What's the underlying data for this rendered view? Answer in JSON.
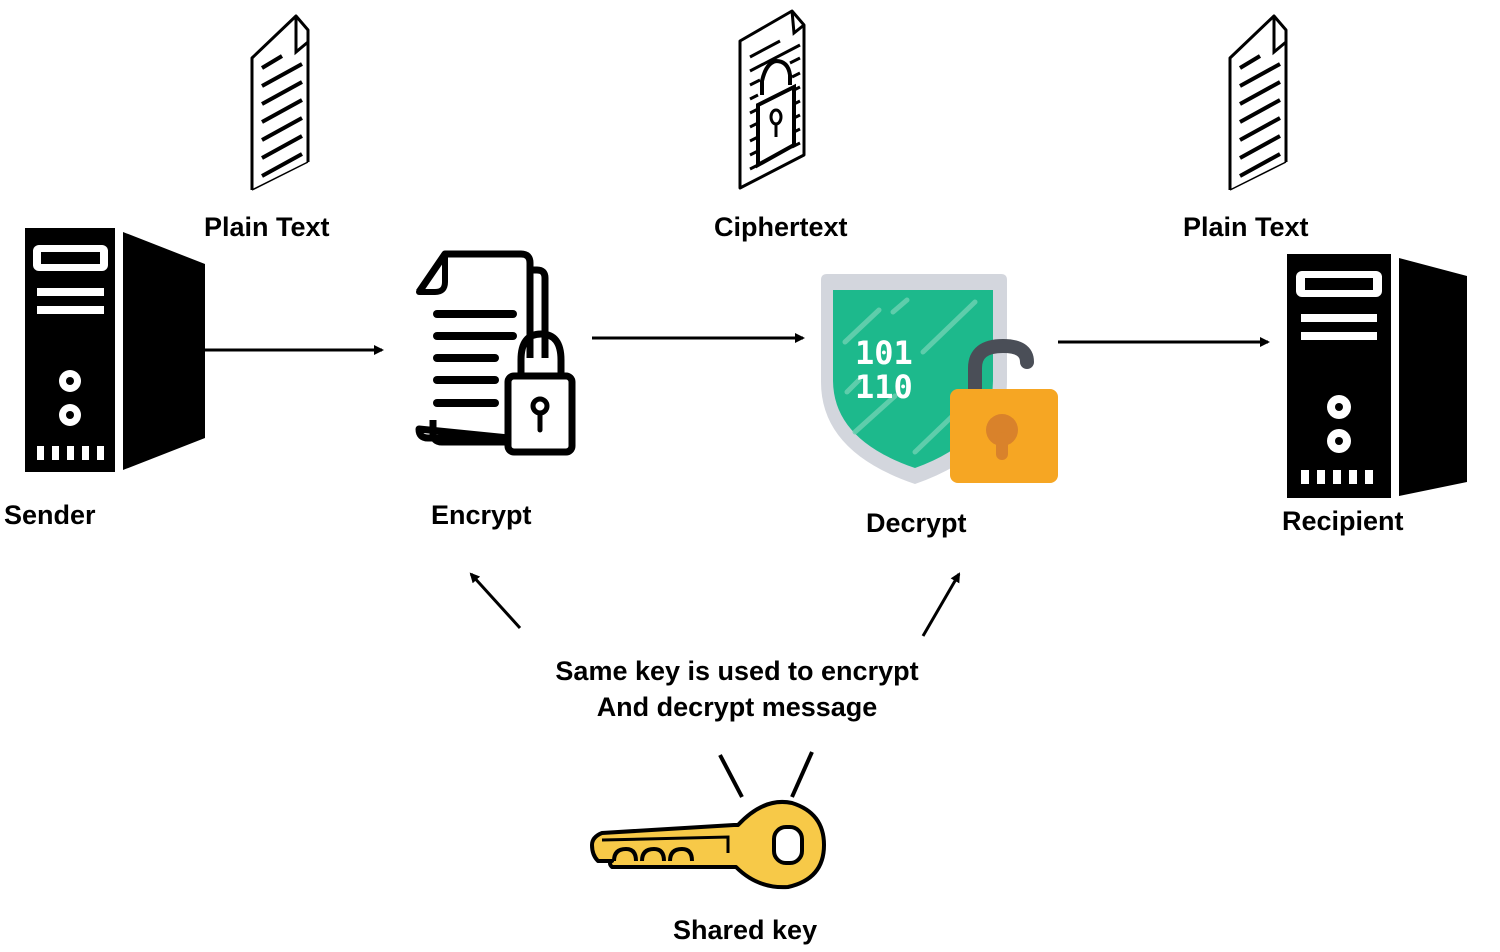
{
  "diagram": {
    "title": "Symmetric encryption flow",
    "nodes": {
      "sender": {
        "label": "Sender",
        "icon": "server-tower-icon"
      },
      "encrypt": {
        "label": "Encrypt",
        "icon": "document-lock-icon"
      },
      "decrypt": {
        "label": "Decrypt",
        "icon": "shield-unlock-icon",
        "binary_lines": [
          "101",
          "110"
        ]
      },
      "recipient": {
        "label": "Recipient",
        "icon": "server-tower-icon"
      },
      "shared_key": {
        "label": "Shared key",
        "icon": "key-icon"
      }
    },
    "documents": {
      "plain_text_left": {
        "label": "Plain Text",
        "icon": "document-icon"
      },
      "ciphertext": {
        "label": "Ciphertext",
        "icon": "document-lock-icon"
      },
      "plain_text_right": {
        "label": "Plain Text",
        "icon": "document-icon"
      }
    },
    "note": {
      "line1": "Same key is used to encrypt",
      "line2": "And decrypt message"
    },
    "edges": [
      {
        "from": "sender",
        "to": "encrypt"
      },
      {
        "from": "encrypt",
        "to": "decrypt"
      },
      {
        "from": "decrypt",
        "to": "recipient"
      },
      {
        "from": "shared_key",
        "to": "encrypt"
      },
      {
        "from": "shared_key",
        "to": "decrypt"
      }
    ],
    "colors": {
      "shield_green": "#1db98c",
      "shield_border": "#d3d6dd",
      "padlock_orange": "#f6a623",
      "keyhole_brown": "#d9822b",
      "shackle_gray": "#4a4e57",
      "key_yellow": "#f7c948"
    }
  }
}
